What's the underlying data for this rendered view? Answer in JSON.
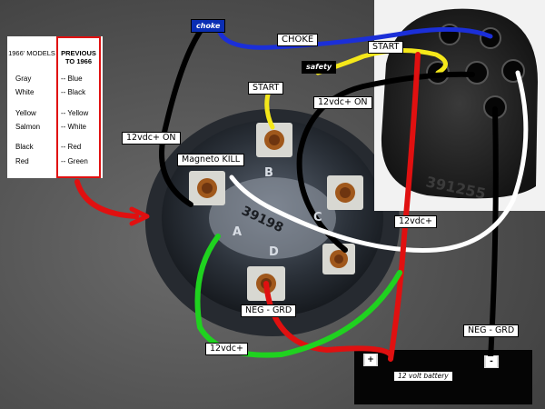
{
  "table": {
    "col1_header": "1966' MODELS",
    "col2_header": "PREVIOUS TO 1966",
    "rows": [
      {
        "model_1966": "Gray",
        "previous": "-- Blue"
      },
      {
        "model_1966": "White",
        "previous": "-- Black"
      },
      {
        "model_1966": "Yellow",
        "previous": "-- Yellow"
      },
      {
        "model_1966": "Salmon",
        "previous": "-- White"
      },
      {
        "model_1966": "Black",
        "previous": "-- Red"
      },
      {
        "model_1966": "Red",
        "previous": "-- Green"
      }
    ]
  },
  "labels": {
    "choke_tag": "choke",
    "choke": "CHOKE",
    "start_top": "START",
    "start_left": "START",
    "safety": "safety",
    "vdc_on_left": "12vdc+ ON",
    "vdc_on_right": "12vdc+ ON",
    "magneto_kill": "Magneto KILL",
    "vdc_plus_red": "12vdc+",
    "neg_grd_center": "NEG - GRD",
    "neg_grd_right": "NEG - GRD",
    "vdc_plus_green": "12vdc+"
  },
  "battery": {
    "label": "12 volt battery",
    "plus": "+",
    "minus": "-"
  },
  "switch": {
    "pin_b": "B",
    "pin_c": "C",
    "pin_d": "D",
    "pin_a": "A",
    "part_number": "39198",
    "connector_part_number": "391255"
  },
  "colors": {
    "blue_wire": "#1b2fd8",
    "yellow_wire": "#f5e81a",
    "red_wire": "#e01010",
    "green_wire": "#1fd21f",
    "white_wire": "#ffffff",
    "black_wire": "#000000"
  }
}
